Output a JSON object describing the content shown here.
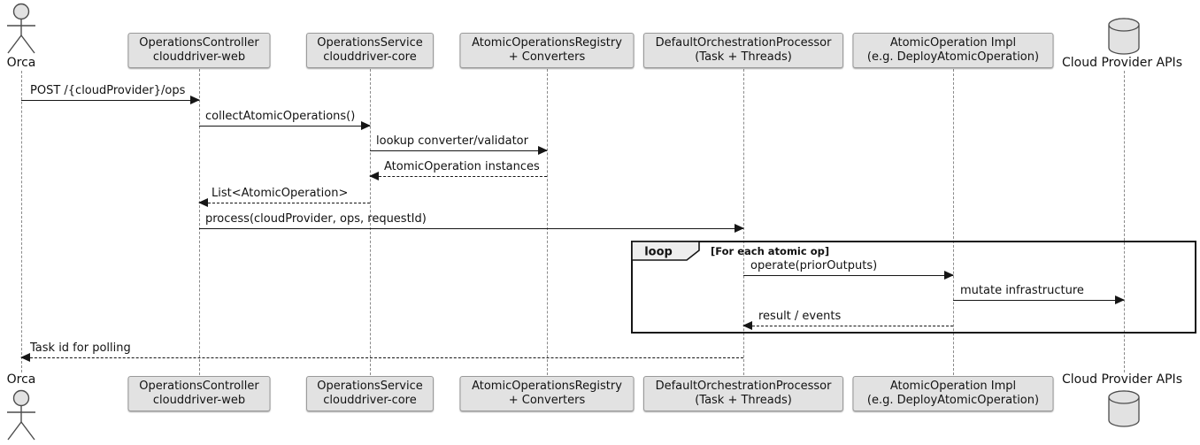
{
  "participants": {
    "orca": {
      "label": "Orca"
    },
    "controller": {
      "line1": "OperationsController",
      "line2": "clouddriver-web"
    },
    "service": {
      "line1": "OperationsService",
      "line2": "clouddriver-core"
    },
    "registry": {
      "line1": "AtomicOperationsRegistry",
      "line2": "+ Converters"
    },
    "processor": {
      "line1": "DefaultOrchestrationProcessor",
      "line2": "(Task + Threads)"
    },
    "atomic_op": {
      "line1": "AtomicOperation Impl",
      "line2": "(e.g. DeployAtomicOperation)"
    },
    "cloud_apis": {
      "label": "Cloud Provider APIs"
    }
  },
  "messages": {
    "post_ops": {
      "label": "POST /{cloudProvider}/ops",
      "style": "solid",
      "from": "orca",
      "to": "controller"
    },
    "collect": {
      "label": "collectAtomicOperations()",
      "style": "solid",
      "from": "controller",
      "to": "service"
    },
    "lookup": {
      "label": "lookup converter/validator",
      "style": "solid",
      "from": "service",
      "to": "registry"
    },
    "instances": {
      "label": "AtomicOperation instances",
      "style": "return",
      "from": "registry",
      "to": "service"
    },
    "list_ops": {
      "label": "List<AtomicOperation>",
      "style": "return",
      "from": "service",
      "to": "controller"
    },
    "process": {
      "label": "process(cloudProvider, ops, requestId)",
      "style": "solid",
      "from": "controller",
      "to": "processor"
    },
    "operate": {
      "label": "operate(priorOutputs)",
      "style": "solid",
      "from": "processor",
      "to": "atomic_op"
    },
    "mutate": {
      "label": "mutate infrastructure",
      "style": "solid",
      "from": "atomic_op",
      "to": "cloud_apis"
    },
    "result": {
      "label": "result / events",
      "style": "return",
      "from": "atomic_op",
      "to": "processor"
    },
    "task_id": {
      "label": "Task id for polling",
      "style": "return",
      "from": "processor",
      "to": "orca"
    }
  },
  "loop": {
    "operator": "loop",
    "guard": "[For each atomic op]"
  },
  "colors": {
    "background": "#ffffff",
    "box_fill": "#e2e2e2",
    "box_border": "#9a9a9a",
    "arrow": "#161616",
    "lifeline": "#8a8a8a",
    "frame_border": "#161616",
    "tab_fill": "#eeeeee",
    "text": "#121212",
    "shape_stroke": "#4c4c4c"
  }
}
